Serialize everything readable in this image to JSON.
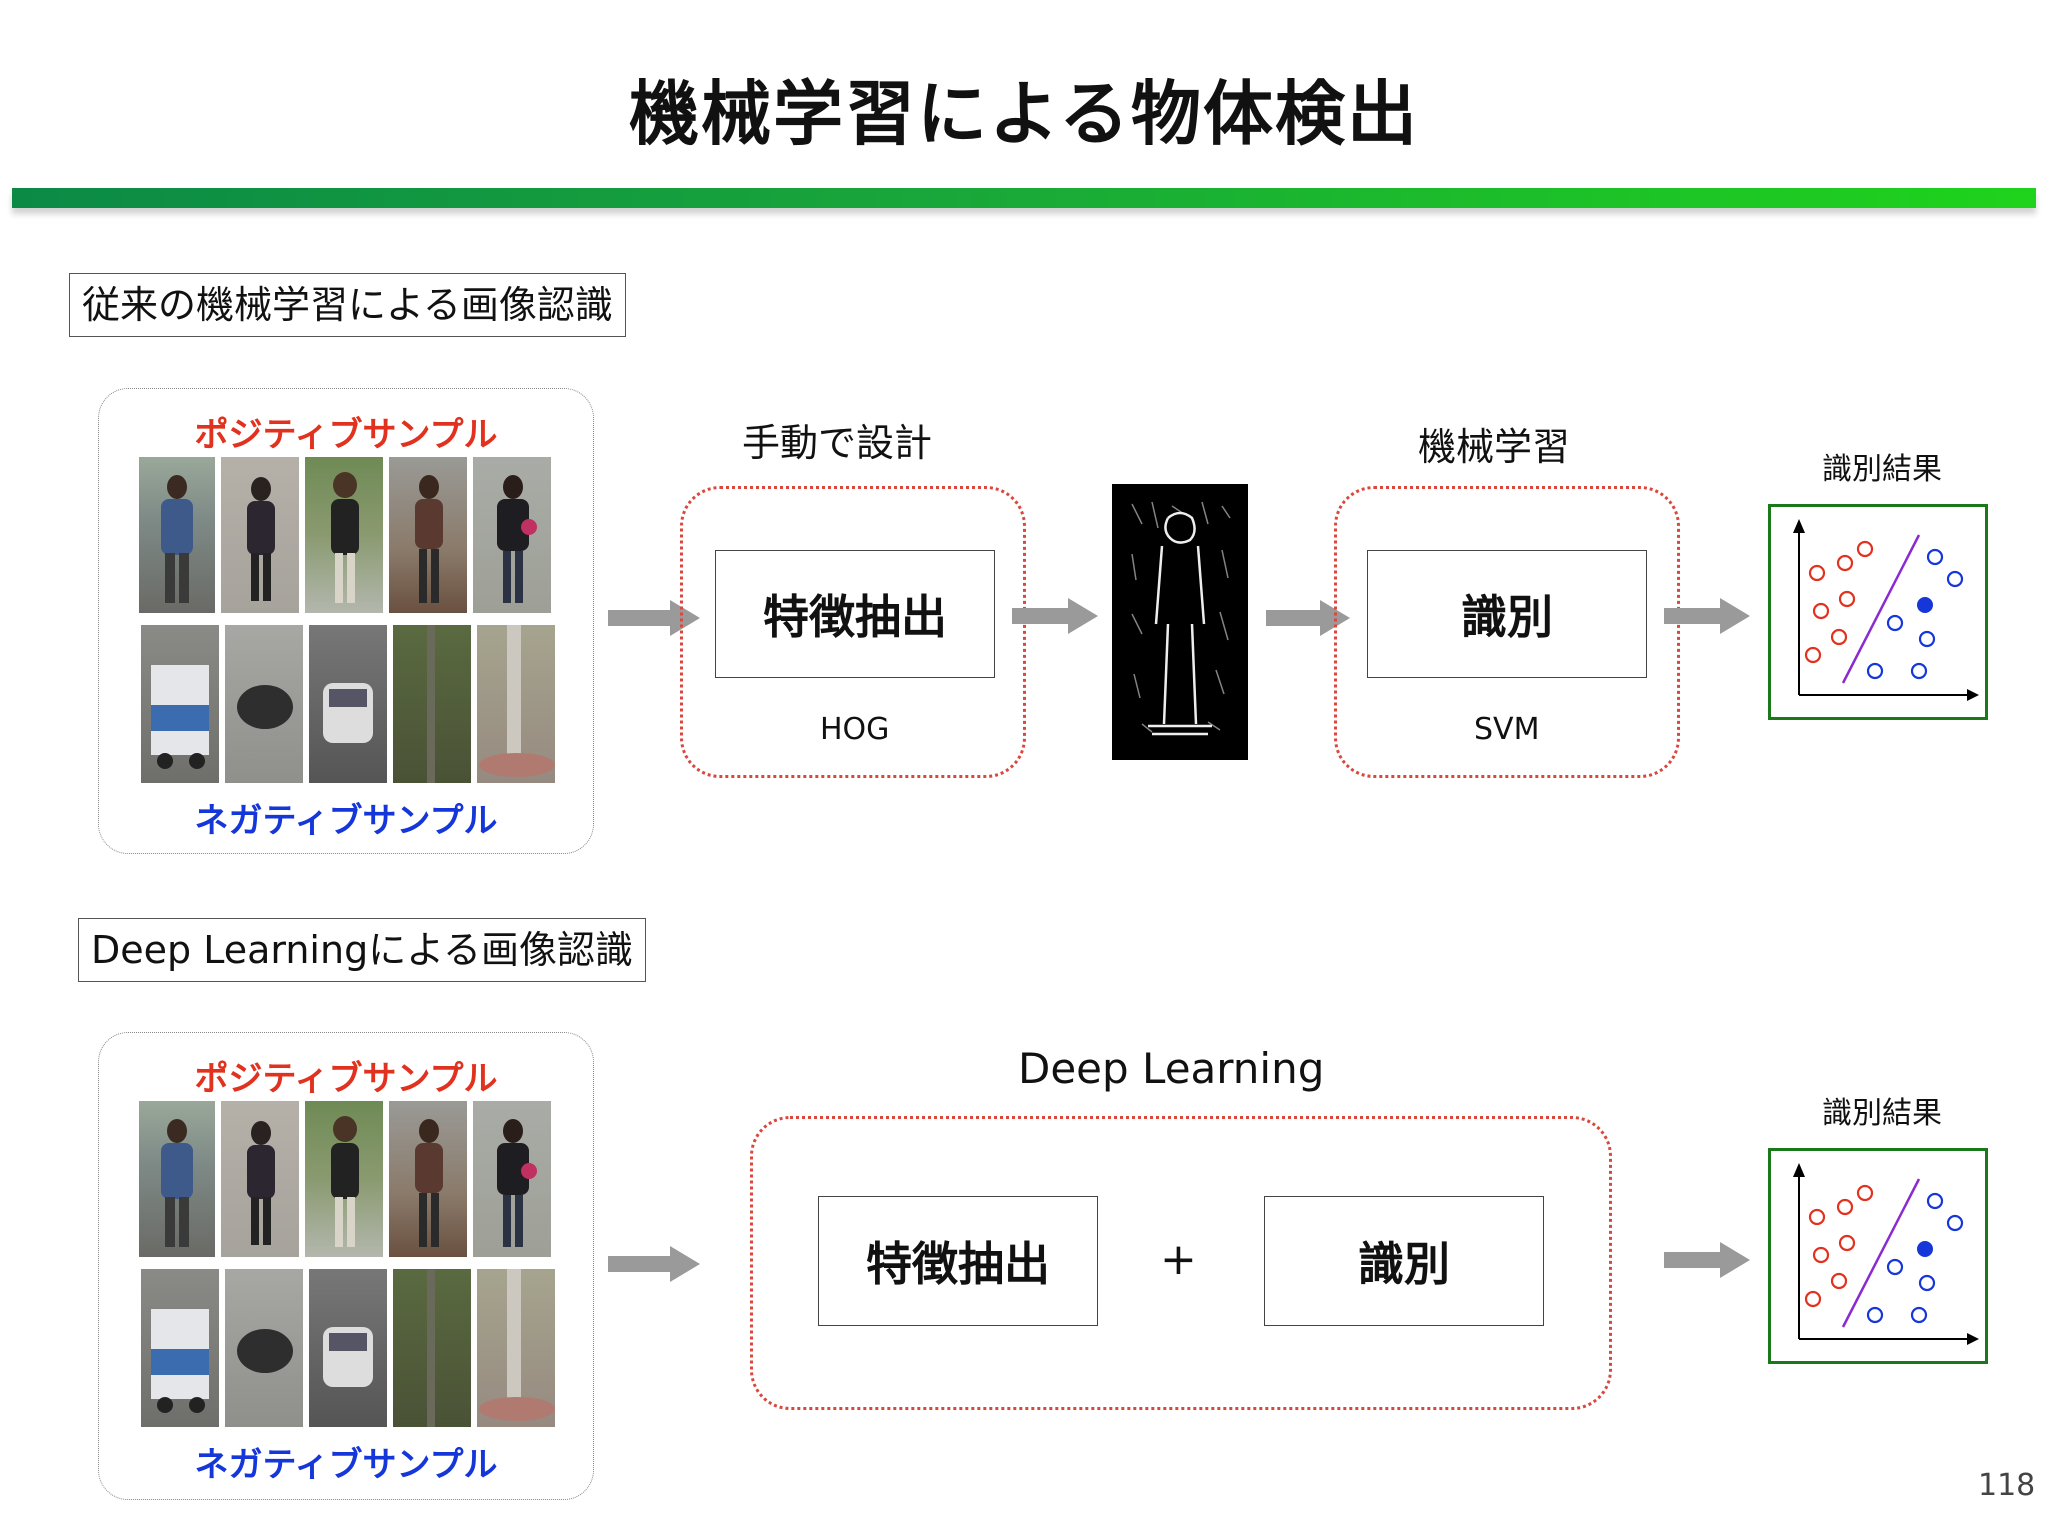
{
  "title": "機械学習による物体検出",
  "traditional": {
    "section_label": "従来の機械学習による画像認識",
    "positive_label": "ポジティブサンプル",
    "negative_label": "ネガティブサンプル",
    "manual_design_label": "手動で設計",
    "feature_box": "特徴抽出",
    "feature_method": "HOG",
    "ml_label": "機械学習",
    "classify_box": "識別",
    "classify_method": "SVM",
    "result_label": "識別結果"
  },
  "deep": {
    "section_label": "Deep Learningによる画像認識",
    "positive_label": "ポジティブサンプル",
    "negative_label": "ネガティブサンプル",
    "dl_label": "Deep Learning",
    "feature_box": "特徴抽出",
    "plus": "+",
    "classify_box": "識別",
    "result_label": "識別結果"
  },
  "colors": {
    "positive": "#e0321e",
    "negative": "#1536d8",
    "dotted_border": "#d9473d",
    "result_border": "#1a7a1a"
  },
  "page_number": "118"
}
